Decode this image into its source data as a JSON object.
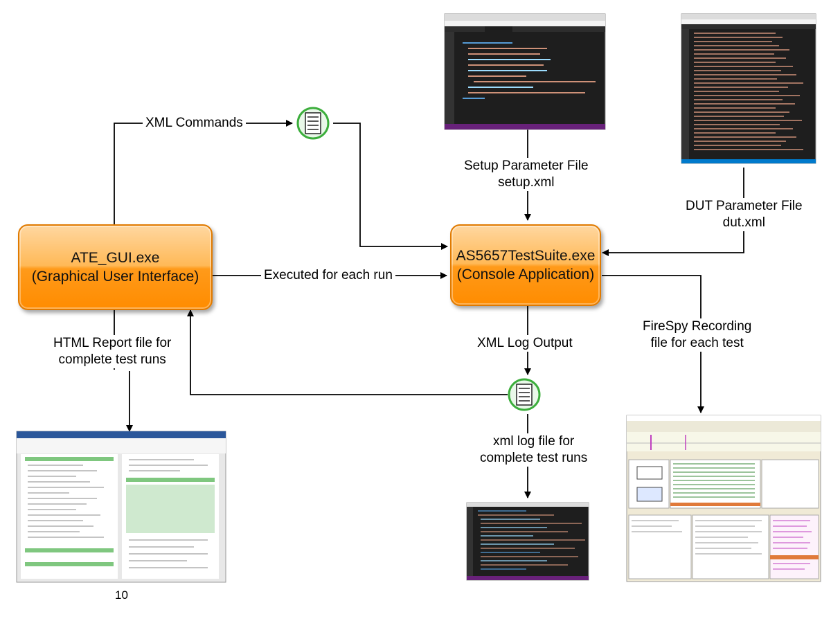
{
  "nodes": {
    "gui": {
      "line1": "ATE_GUI.exe",
      "line2": "(Graphical User Interface)"
    },
    "suite": {
      "line1": "AS5657TestSuite.exe",
      "line2": "(Console Application)"
    }
  },
  "edges": {
    "xml_commands": "XML Commands",
    "executed": "Executed for each run",
    "setup_file": {
      "line1": "Setup Parameter File",
      "line2": "setup.xml"
    },
    "dut_file": {
      "line1": "DUT Parameter File",
      "line2": "dut.xml"
    },
    "xml_log_output": "XML Log Output",
    "html_report": {
      "line1": "HTML Report file for",
      "line2": "complete test runs"
    },
    "firespy": {
      "line1": "FireSpy Recording",
      "line2": "file for each test"
    },
    "xml_log_file": {
      "line1": "xml log file for",
      "line2": "complete test runs"
    }
  },
  "page_number": "10",
  "colors": {
    "node_fill": "#ff8c00",
    "node_border": "#e07a00",
    "doc_icon_ring": "#3cae3c",
    "doc_icon_fill": "#e9f8e9",
    "editor_bg": "#1e1e1e",
    "editor_statusbar": "#68217a",
    "report_green": "#7fc77f"
  },
  "icons": {
    "doc_icon": "document-lines-icon"
  }
}
